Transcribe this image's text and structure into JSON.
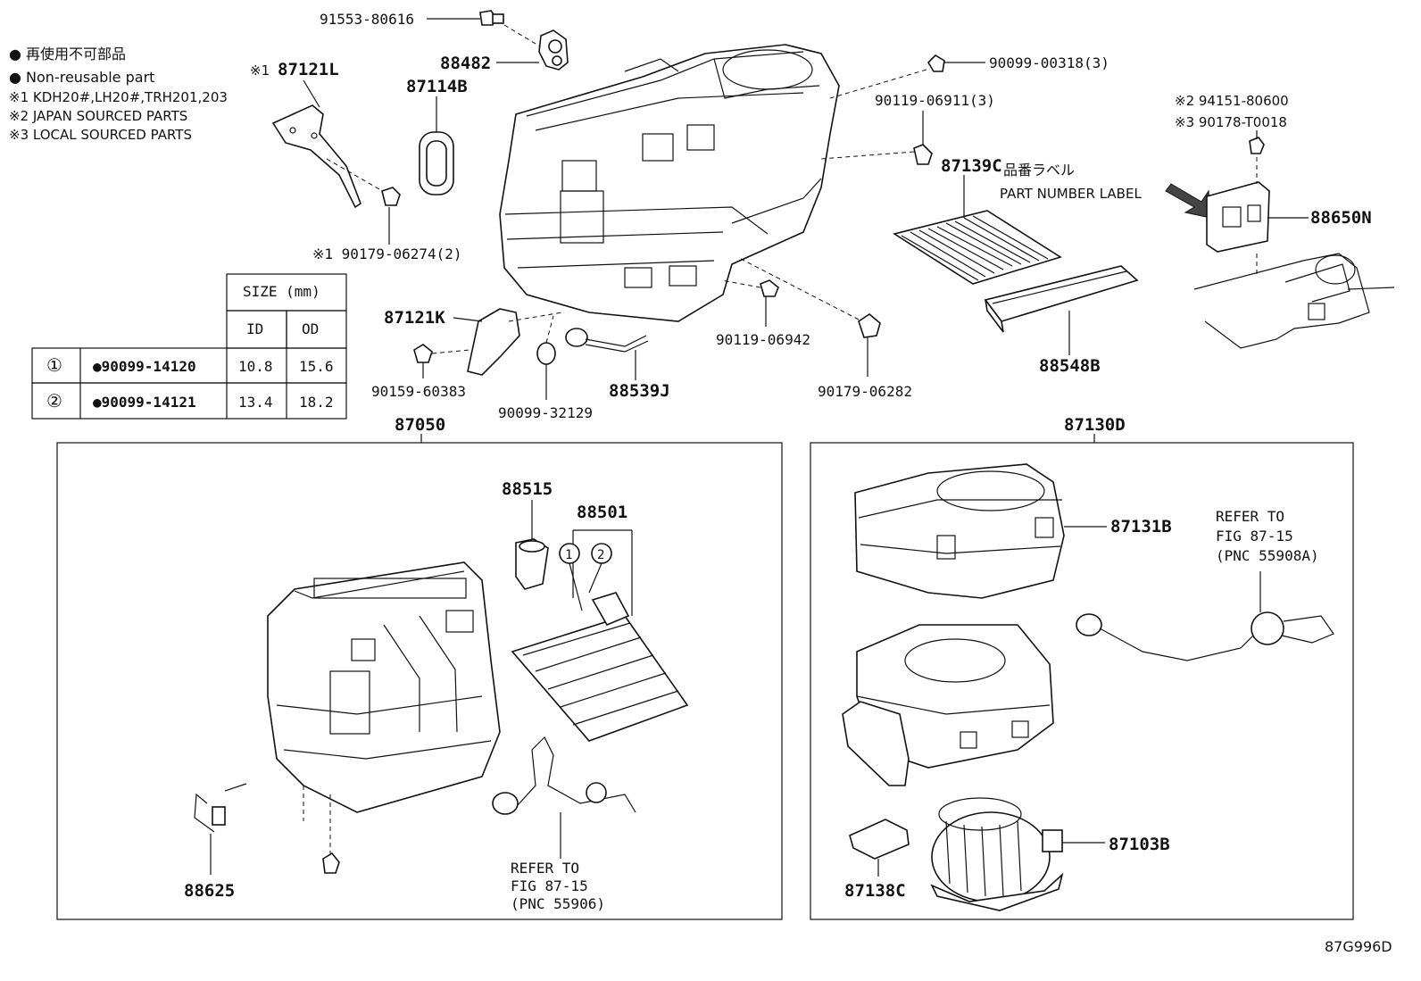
{
  "legend": {
    "line1": "● 再使用不可部品",
    "line2": "● Non-reusable part",
    "line3": "※1 KDH20#,LH20#,TRH201,203",
    "line4": "※2 JAPAN SOURCED PARTS",
    "line5": "※3 LOCAL SOURCED PARTS"
  },
  "size_table": {
    "header": "SIZE (mm)",
    "col_id": "ID",
    "col_od": "OD",
    "rows": [
      {
        "mark": "①",
        "part": "●90099-14120",
        "id": "10.8",
        "od": "15.6"
      },
      {
        "mark": "②",
        "part": "●90099-14121",
        "id": "13.4",
        "od": "18.2"
      }
    ]
  },
  "labels": {
    "p91553": "91553-80616",
    "p88482": "88482",
    "p87121L_mark": "※1",
    "p87121L": "87121L",
    "p87114B": "87114B",
    "p90179_06274": "※1 90179-06274(2)",
    "p90099_00318": "90099-00318(3)",
    "p90119_06911": "90119-06911(3)",
    "p87139C": "87139C",
    "part_label_jp": "品番ラベル",
    "part_label_en": "PART NUMBER LABEL",
    "p94151": "※2  94151-80600",
    "p90178": "※3  90178-T0018",
    "p88650N": "88650N",
    "p87121K": "87121K",
    "p90119_06942": "90119-06942",
    "p90159": "90159-60383",
    "p90099_32129": "90099-32129",
    "p88539J": "88539J",
    "p90179_06282": "90179-06282",
    "p88548B": "88548B",
    "p87050": "87050",
    "p87130D": "87130D",
    "p88515": "88515",
    "p88501": "88501",
    "p88625": "88625",
    "refer_a_1": "REFER TO",
    "refer_a_2": "FIG 87-15",
    "refer_a_3": "(PNC 55906)",
    "p87131B": "87131B",
    "refer_b_1": "REFER TO",
    "refer_b_2": "FIG 87-15",
    "refer_b_3": "(PNC 55908A)",
    "p87103B": "87103B",
    "p87138C": "87138C",
    "circle1": "1",
    "circle2": "2",
    "figure_code": "87G996D"
  }
}
